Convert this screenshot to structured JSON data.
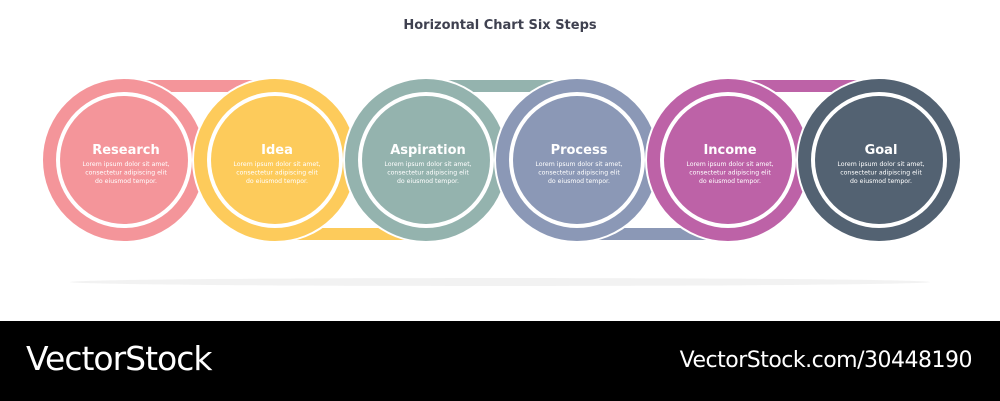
{
  "title": "Horizontal Chart Six Steps",
  "steps": [
    {
      "label": "Research",
      "desc": [
        "Lorem ipsum dolor sit amet,",
        "consectetur adipiscing elit",
        "do eiusmod tempor."
      ],
      "color": "#F4959A"
    },
    {
      "label": "Idea",
      "desc": [
        "Lorem ipsum dolor sit amet,",
        "consectetur adipiscing elit",
        "do eiusmod tempor."
      ],
      "color": "#FDCB5B"
    },
    {
      "label": "Aspiration",
      "desc": [
        "Lorem ipsum dolor sit amet,",
        "consectetur adipiscing elit",
        "do eiusmod tempor."
      ],
      "color": "#94B3AE"
    },
    {
      "label": "Process",
      "desc": [
        "Lorem ipsum dolor sit amet,",
        "consectetur adipiscing elit",
        "do eiusmod tempor."
      ],
      "color": "#8B98B6"
    },
    {
      "label": "Income",
      "desc": [
        "Lorem ipsum dolor sit amet,",
        "consectetur adipiscing elit",
        "do eiusmod tempor."
      ],
      "color": "#BD62A7"
    },
    {
      "label": "Goal",
      "desc": [
        "Lorem ipsum dolor sit amet,",
        "consectetur adipiscing elit",
        "do eiusmod tempor."
      ],
      "color": "#536272"
    }
  ],
  "footer": {
    "brand": "VectorStock",
    "image_id": "VectorStock.com/30448190"
  }
}
